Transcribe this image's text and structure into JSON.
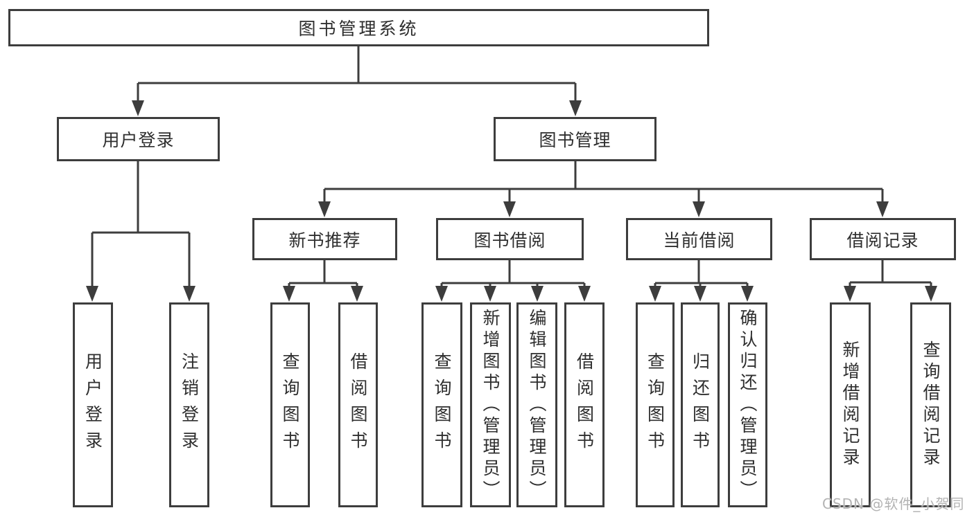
{
  "nodes": {
    "root": "图书管理系统",
    "level2": {
      "user_login": "用户登录",
      "book_management": "图书管理"
    },
    "level3": {
      "new_book_recommend": "新书推荐",
      "book_borrow": "图书借阅",
      "current_borrow": "当前借阅",
      "borrow_records": "借阅记录"
    },
    "leaves": {
      "user_login": [
        "用户登录",
        "注销登录"
      ],
      "new_book_recommend": [
        "查询图书",
        "借阅图书"
      ],
      "book_borrow": [
        "查询图书",
        "新增图书（管理员）",
        "编辑图书（管理员）",
        "借阅图书"
      ],
      "current_borrow": [
        "查询图书",
        "归还图书",
        "确认归还（管理员）"
      ],
      "borrow_records": [
        "新增借阅记录",
        "查询借阅记录"
      ]
    }
  },
  "watermark": "CSDN @软件_小贺同学",
  "colors": {
    "line": "#3d3d3d",
    "text": "#2e2e2e",
    "watermark": "#b3b3b3",
    "background": "#ffffff"
  }
}
